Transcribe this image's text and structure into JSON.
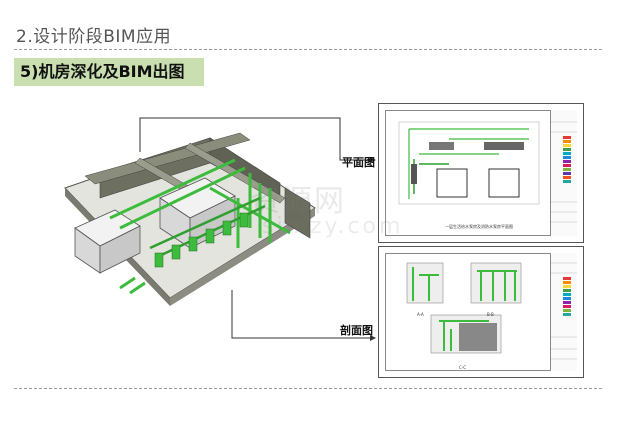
{
  "title": "2.设计阶段BIM应用",
  "section": "5)机房深化及BIM出图",
  "plan_label": "平面图",
  "section_label": "剖面图",
  "plan_sheet_caption": "一层生活给水泵房及消防水泵房平面图",
  "section_views": [
    "A-A",
    "B-B",
    "C-C"
  ],
  "watermark_cn": "资源网",
  "watermark_en": "simzy.com",
  "colors": {
    "title_text": "#555555",
    "banner_bg": "#c9dfb0",
    "pipe_green": "#3dbb3d",
    "frame": "#555555"
  }
}
